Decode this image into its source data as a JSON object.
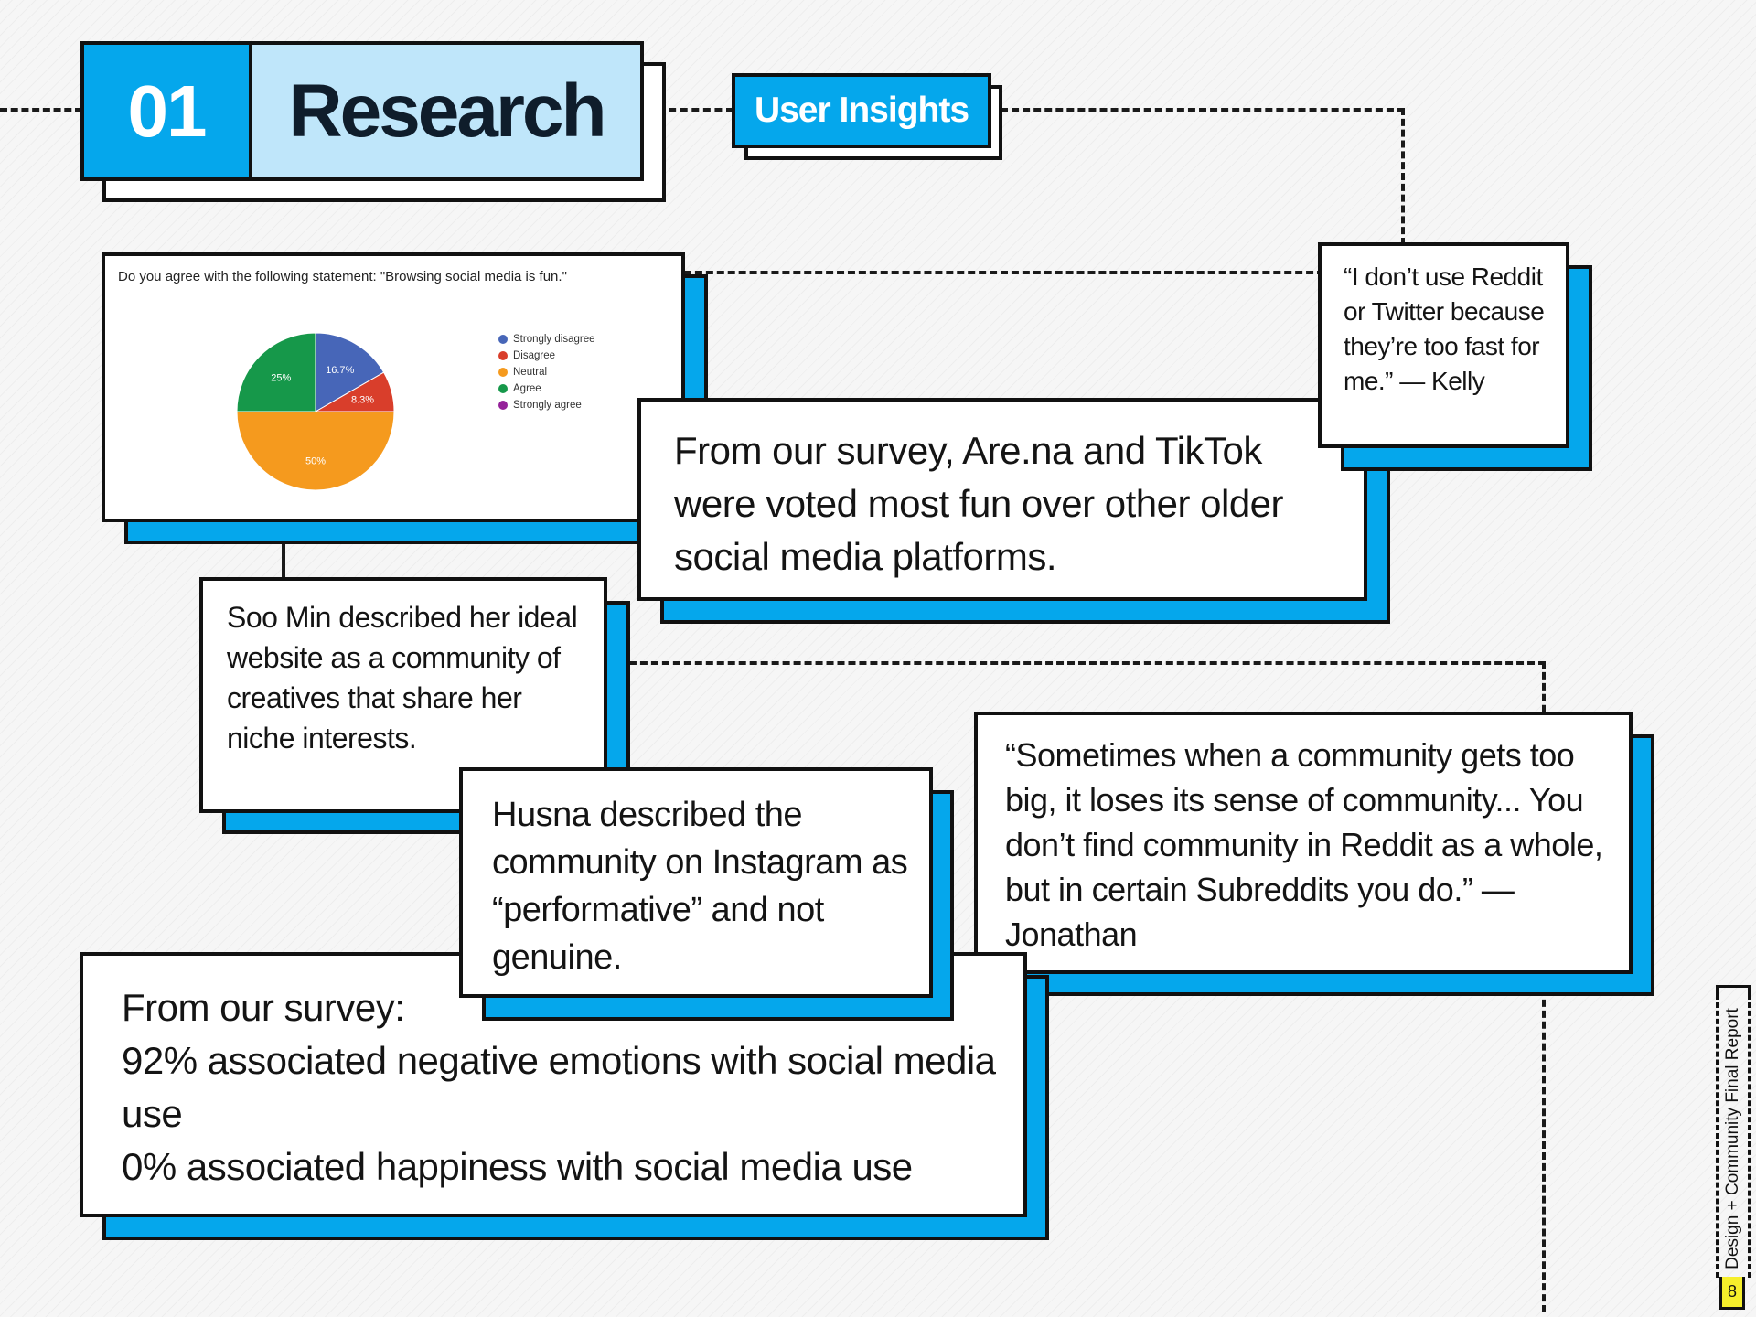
{
  "header": {
    "section_number": "01",
    "section_title": "Research",
    "tag": "User Insights"
  },
  "chart_card": {
    "question": "Do you agree with the following statement: \"Browsing social media is fun.\""
  },
  "chart_data": {
    "type": "pie",
    "title": "Do you agree with the following statement: \"Browsing social media is fun.\"",
    "legend_position": "right",
    "slices": [
      {
        "name": "Strongly disagree",
        "value": 16.7,
        "label": "16.7%",
        "color": "#4766b8"
      },
      {
        "name": "Disagree",
        "value": 8.3,
        "label": "8.3%",
        "color": "#d93e2b"
      },
      {
        "name": "Neutral",
        "value": 50,
        "label": "50%",
        "color": "#f59a1e"
      },
      {
        "name": "Agree",
        "value": 25,
        "label": "25%",
        "color": "#16984a"
      },
      {
        "name": "Strongly agree",
        "value": 0,
        "label": "",
        "color": "#95229a"
      }
    ]
  },
  "cards": {
    "survey_fun": "From our survey, Are.na and TikTok were voted most fun over other older social media platforms.",
    "quote_kelly": "“I don’t use Reddit or Twitter because they’re too fast for me.” — Kelly",
    "soo_min": "Soo Min described her ideal website as a community of creatives that share her niche interests.",
    "husna": "Husna described the community on Instagram as “performative” and not genuine.",
    "quote_jonathan": "“Sometimes when a community gets too big, it loses its sense of community... You don’t find community in Reddit as a whole, but in certain Subreddits you do.” — Jonathan",
    "survey_stats": {
      "line1": "From our survey:",
      "line2": "92% associated negative emotions with social media use",
      "line3": "0% associated happiness with social media use"
    }
  },
  "footer": {
    "report_title": "Design + Community Final Report",
    "page_number": "8"
  },
  "colors": {
    "accent_blue": "#05a7ec",
    "light_blue": "#bfe6fa",
    "page_badge_yellow": "#f6ef2b"
  }
}
